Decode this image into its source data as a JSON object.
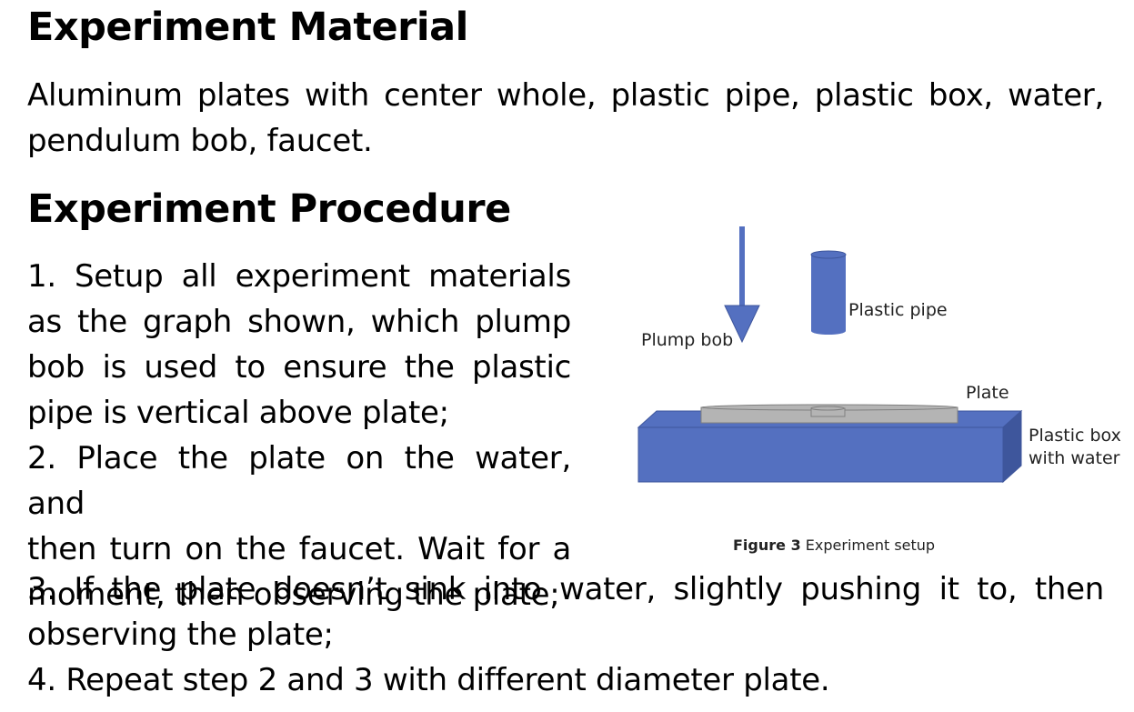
{
  "material": {
    "heading": "Experiment Material",
    "text": "Aluminum plates with center whole, plastic pipe, plastic box, water, pendulum bob, faucet."
  },
  "procedure": {
    "heading": "Experiment Procedure",
    "lines_left": [
      "1. Setup all experiment materials",
      "as the graph shown, which plump",
      "bob is used to ensure the plastic",
      "pipe is vertical above plate;",
      "2. Place the plate on the water, and",
      "then turn on the faucet. Wait for a",
      "moment, then observing the plate;"
    ],
    "lines_full": [
      "3. If the plate doesn’t sink into water, slightly pushing it to, then",
      "observing the  plate;",
      "4. Repeat step 2 and 3 with different diameter plate."
    ]
  },
  "figure": {
    "labels": {
      "plump_bob": "Plump bob",
      "plastic_pipe": "Plastic pipe",
      "plate": "Plate",
      "box_line1": "Plastic box",
      "box_line2": "with water"
    },
    "caption_bold": "Figure 3",
    "caption_text": " Experiment setup",
    "colors": {
      "blue": "#5470C0",
      "blue_dark": "#3E569C",
      "plate_gray": "#B4B4B4",
      "outline": "#7F7F7F"
    }
  }
}
